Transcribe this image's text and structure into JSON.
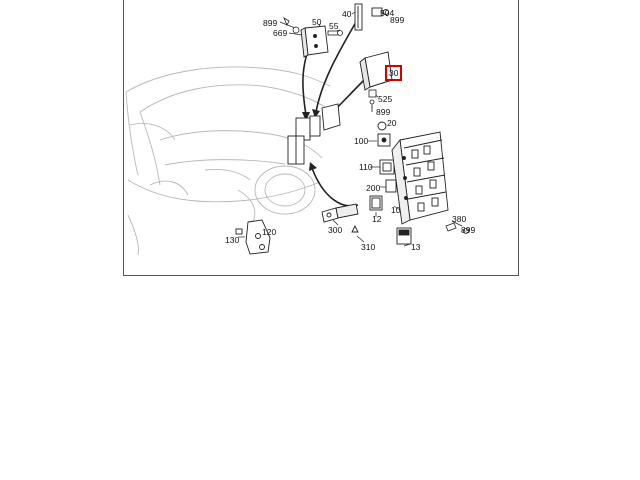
{
  "diagram": {
    "highlight_color": "#d40000",
    "line_color": "#222222",
    "car_outline_color": "#b8b8b8",
    "callouts": [
      {
        "id": "c899a",
        "text": "899"
      },
      {
        "id": "c50",
        "text": "50"
      },
      {
        "id": "c669",
        "text": "669"
      },
      {
        "id": "c40",
        "text": "40"
      },
      {
        "id": "c55",
        "text": "55"
      },
      {
        "id": "c504",
        "text": "504"
      },
      {
        "id": "c899b",
        "text": "899"
      },
      {
        "id": "c30",
        "text": "30",
        "highlighted": true
      },
      {
        "id": "c525",
        "text": "525"
      },
      {
        "id": "c899c",
        "text": "899"
      },
      {
        "id": "c20",
        "text": "20"
      },
      {
        "id": "c100",
        "text": "100"
      },
      {
        "id": "c110",
        "text": "110"
      },
      {
        "id": "c200",
        "text": "200"
      },
      {
        "id": "c12",
        "text": "12"
      },
      {
        "id": "c10",
        "text": "10"
      },
      {
        "id": "c380",
        "text": "380"
      },
      {
        "id": "c899d",
        "text": "899"
      },
      {
        "id": "c300",
        "text": "300"
      },
      {
        "id": "c310",
        "text": "310"
      },
      {
        "id": "c13",
        "text": "13"
      },
      {
        "id": "c120",
        "text": "120"
      },
      {
        "id": "c130",
        "text": "130"
      }
    ]
  }
}
